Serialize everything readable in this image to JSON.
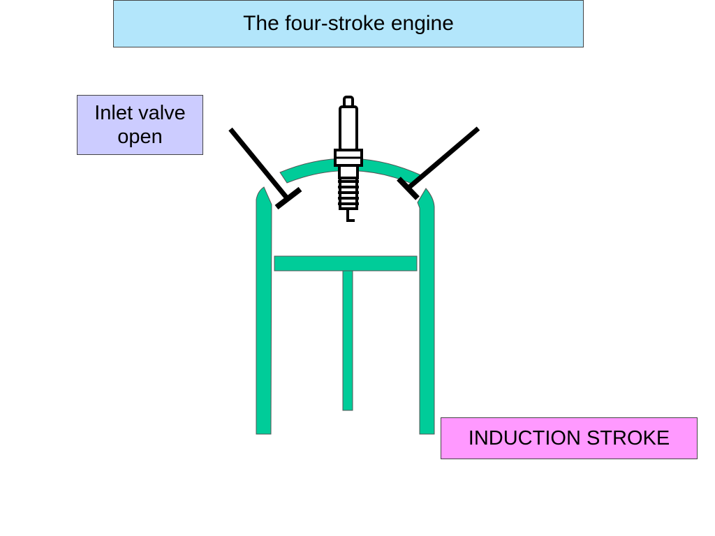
{
  "title": "The four-stroke engine",
  "inlet_label": {
    "line1": "Inlet valve",
    "line2": "open"
  },
  "stroke_label": "INDUCTION STROKE",
  "colors": {
    "title_bg": "#b3e6fb",
    "inlet_bg": "#ccccff",
    "stroke_bg": "#ff99ff",
    "cylinder": "#00cc99"
  }
}
